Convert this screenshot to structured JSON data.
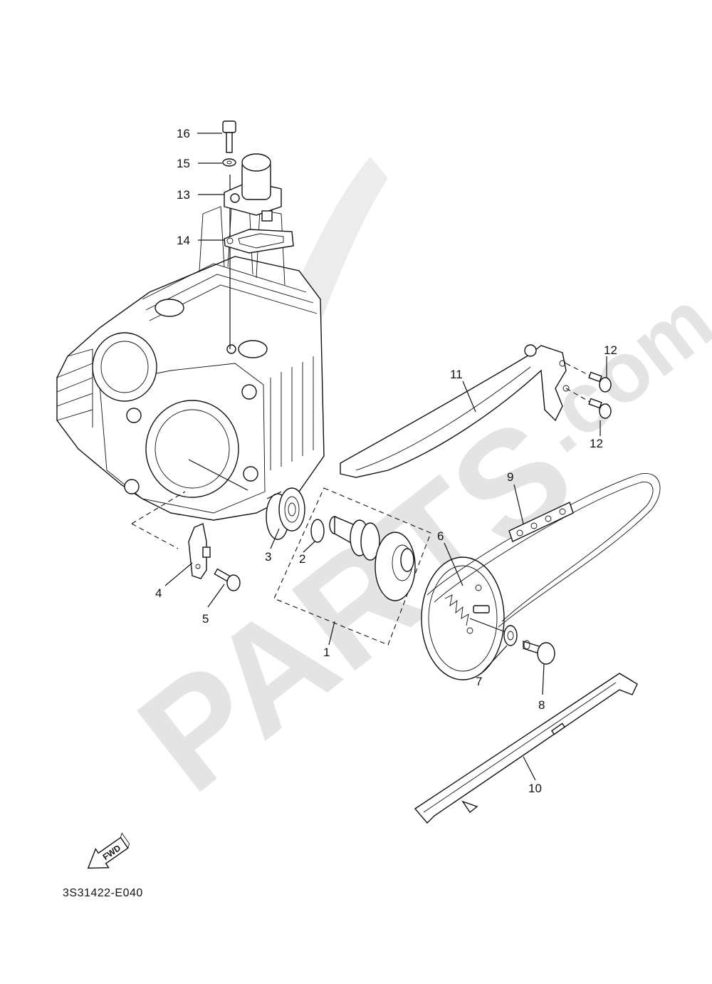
{
  "watermark": {
    "text": "PARTS",
    "suffix": ".com"
  },
  "diagram_code": "3S31422-E040",
  "fwd_label": "FWD",
  "callouts": [
    {
      "id": "1",
      "name": "callout-1-camshaft-assembly"
    },
    {
      "id": "2",
      "name": "callout-2-o-ring"
    },
    {
      "id": "3",
      "name": "callout-3-bearing"
    },
    {
      "id": "4",
      "name": "callout-4-stopper-plate"
    },
    {
      "id": "5",
      "name": "callout-5-bolt"
    },
    {
      "id": "6",
      "name": "callout-6-cam-sprocket"
    },
    {
      "id": "7",
      "name": "callout-7-washer"
    },
    {
      "id": "8",
      "name": "callout-8-sprocket-bolt"
    },
    {
      "id": "9",
      "name": "callout-9-cam-chain"
    },
    {
      "id": "10",
      "name": "callout-10-chain-guide"
    },
    {
      "id": "11",
      "name": "callout-11-tensioner-guide"
    },
    {
      "id": "12a",
      "name": "callout-12-bolt-upper"
    },
    {
      "id": "12b",
      "name": "callout-12-bolt-lower"
    },
    {
      "id": "13",
      "name": "callout-13-tensioner"
    },
    {
      "id": "14",
      "name": "callout-14-gasket"
    },
    {
      "id": "15",
      "name": "callout-15-washer"
    },
    {
      "id": "16",
      "name": "callout-16-bolt"
    }
  ],
  "labels": {
    "c1": "1",
    "c2": "2",
    "c3": "3",
    "c4": "4",
    "c5": "5",
    "c6": "6",
    "c7": "7",
    "c8": "8",
    "c9": "9",
    "c10": "10",
    "c11": "11",
    "c12a": "12",
    "c12b": "12",
    "c13": "13",
    "c14": "14",
    "c15": "15",
    "c16": "16"
  }
}
